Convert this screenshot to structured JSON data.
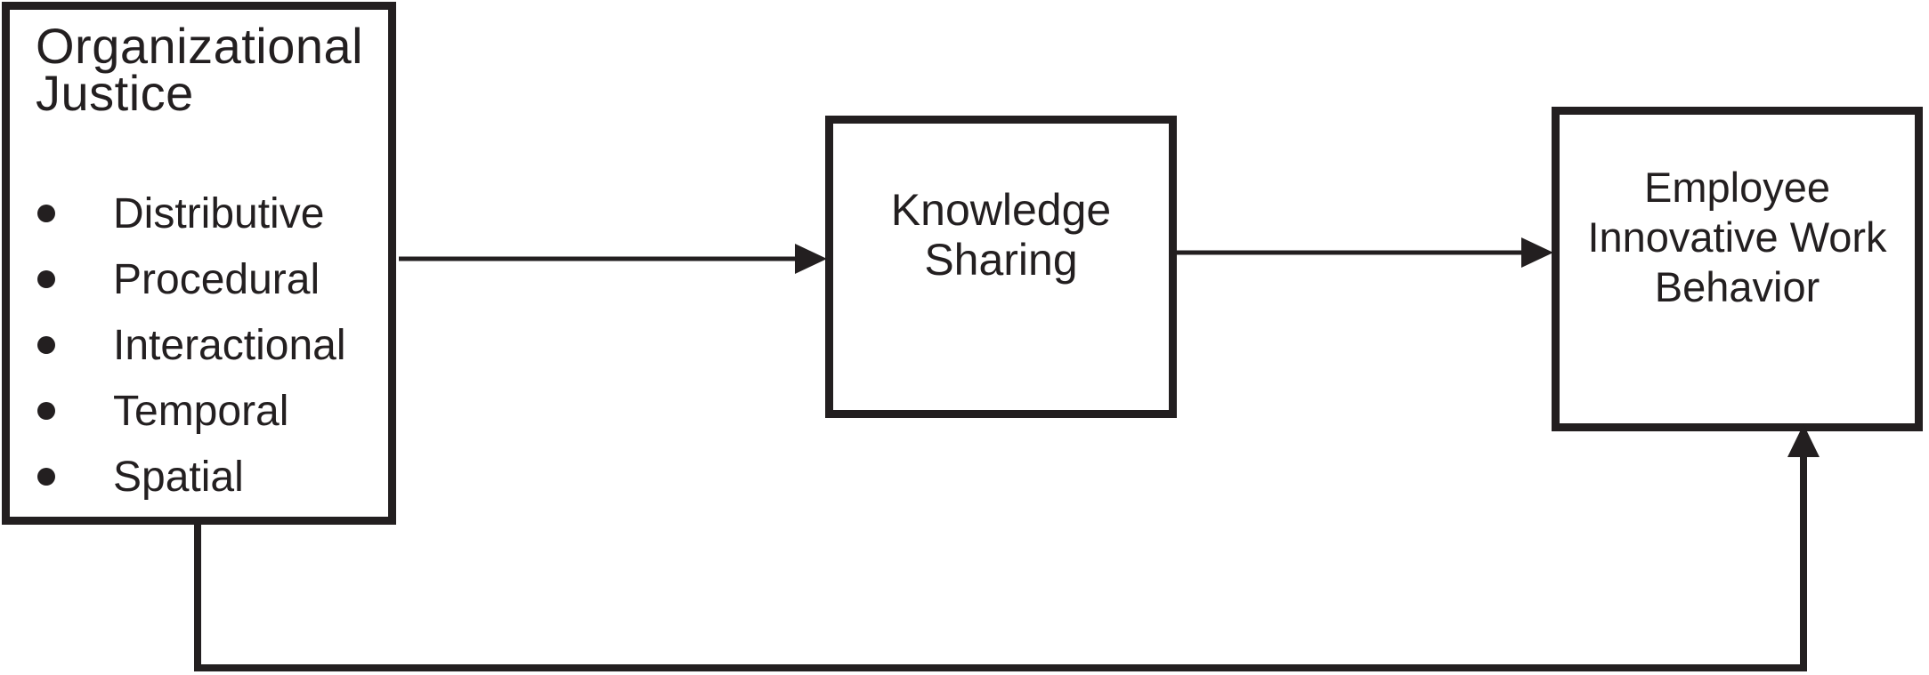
{
  "figure": {
    "background": "#ffffff",
    "ink": "#231f20"
  },
  "nodes": {
    "justice": {
      "title": "Organizational\nJustice",
      "bullets": [
        "Distributive",
        "Procedural",
        "Interactional",
        "Temporal",
        "Spatial"
      ]
    },
    "knowledge": {
      "label": "Knowledge\nSharing"
    },
    "behavior": {
      "label": "Employee\nInnovative Work\nBehavior"
    }
  },
  "edges": [
    {
      "from": "Organizational Justice",
      "to": "Knowledge Sharing",
      "style": "straight-arrow"
    },
    {
      "from": "Knowledge Sharing",
      "to": "Employee Innovative Work Behavior",
      "style": "straight-arrow"
    },
    {
      "from": "Organizational Justice",
      "to": "Employee Innovative Work Behavior",
      "style": "elbow-arrow-bottom"
    }
  ]
}
